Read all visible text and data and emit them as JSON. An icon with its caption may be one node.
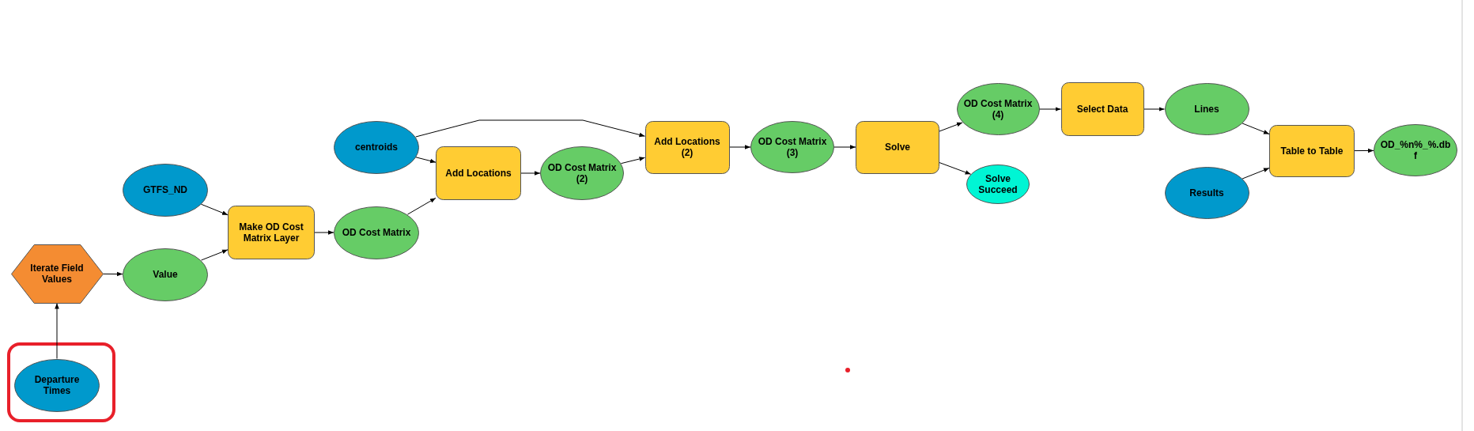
{
  "diagram": {
    "nodes": [
      {
        "text": [
          "Departure Times"
        ]
      },
      {
        "text": [
          "Iterate Field Values"
        ]
      },
      {
        "text": [
          "GTFS_ND"
        ]
      },
      {
        "text": [
          "Value"
        ]
      },
      {
        "text": [
          "Make OD Cost Matrix Layer"
        ]
      },
      {
        "text": [
          "OD Cost Matrix"
        ]
      },
      {
        "text": [
          "centroids"
        ]
      },
      {
        "text": [
          "Add Locations"
        ]
      },
      {
        "text": [
          "OD Cost Matrix (2)"
        ]
      },
      {
        "text": [
          "Add Locations (2)"
        ]
      },
      {
        "text": [
          "OD Cost Matrix (3)"
        ]
      },
      {
        "text": [
          "Solve"
        ]
      },
      {
        "text": [
          "OD Cost Matrix (4)"
        ]
      },
      {
        "text": [
          "Solve Succeed"
        ]
      },
      {
        "text": [
          "Select Data"
        ]
      },
      {
        "text": [
          "Lines"
        ]
      },
      {
        "text": [
          "Results"
        ]
      },
      {
        "text": [
          "Table to Table"
        ]
      },
      {
        "text": [
          "OD_%n%_%.dbf"
        ]
      }
    ],
    "edges": [
      {
        "from": 0,
        "to": 1,
        "arrow": "to"
      },
      {
        "from": 1,
        "to": 3,
        "arrow": "to"
      },
      {
        "from": 2,
        "to": 4,
        "arrow": "to"
      },
      {
        "from": 3,
        "to": 4,
        "arrow": "to"
      },
      {
        "from": 4,
        "to": 5,
        "arrow": "to"
      },
      {
        "from": 5,
        "to": 7,
        "arrow": "to"
      },
      {
        "from": 6,
        "to": 7,
        "arrow": "to"
      },
      {
        "from": 6,
        "to": 9,
        "arrow": "to"
      },
      {
        "from": 7,
        "to": 8,
        "arrow": "to"
      },
      {
        "from": 8,
        "to": 9,
        "arrow": "to"
      },
      {
        "from": 9,
        "to": 10,
        "arrow": "to"
      },
      {
        "from": 10,
        "to": 11,
        "arrow": "to"
      },
      {
        "from": 11,
        "to": 12,
        "arrow": "to"
      },
      {
        "from": 11,
        "to": 13,
        "arrow": "to"
      },
      {
        "from": 12,
        "to": 14,
        "arrow": "to"
      },
      {
        "from": 14,
        "to": 15,
        "arrow": "to"
      },
      {
        "from": 15,
        "to": 17,
        "arrow": "to"
      },
      {
        "from": 16,
        "to": 17,
        "arrow": "to"
      },
      {
        "from": 17,
        "to": 18,
        "arrow": "to"
      }
    ]
  }
}
